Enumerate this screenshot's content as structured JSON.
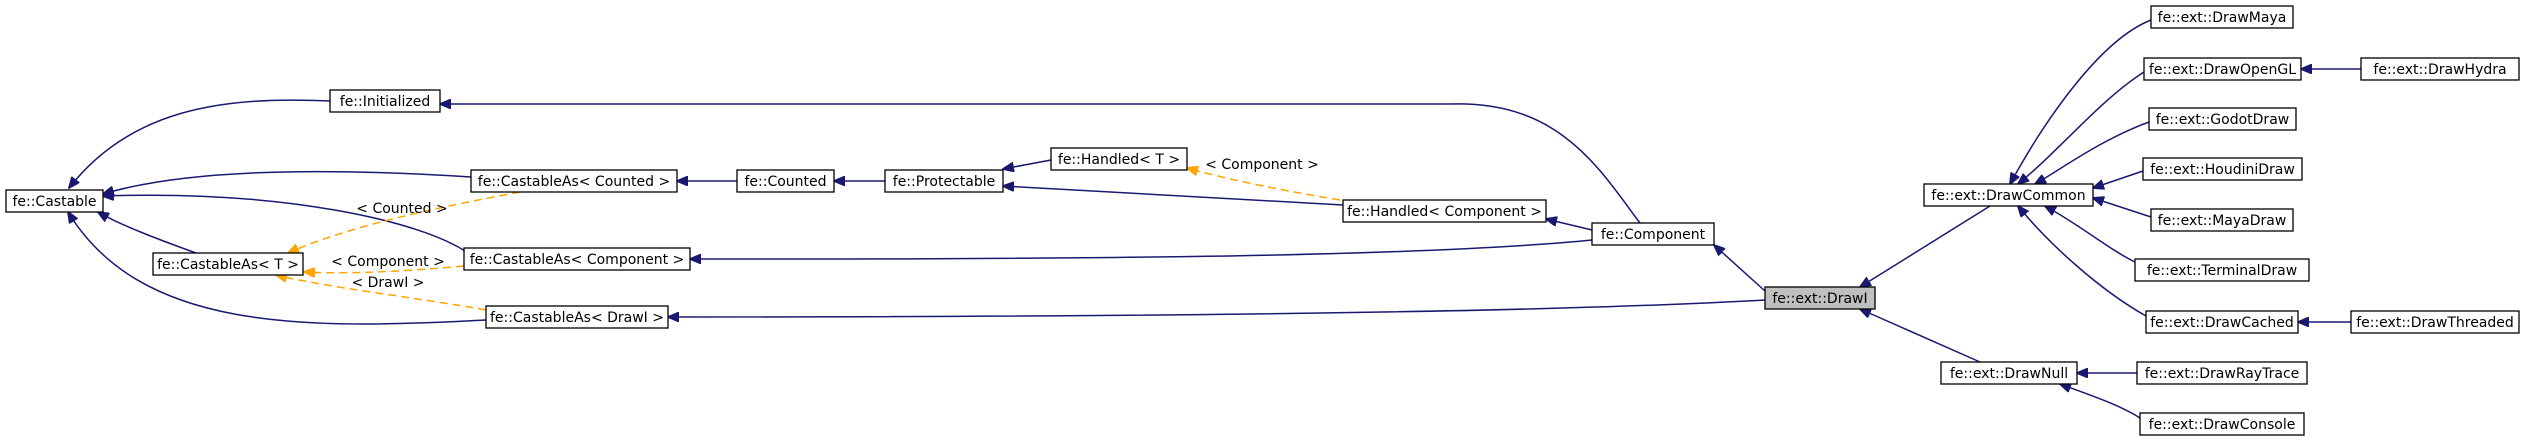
{
  "nodes": [
    {
      "id": "castable",
      "label": "fe::Castable"
    },
    {
      "id": "initialized",
      "label": "fe::Initialized"
    },
    {
      "id": "castableAsT",
      "label": "fe::CastableAs< T >"
    },
    {
      "id": "castableAsCounted",
      "label": "fe::CastableAs< Counted >"
    },
    {
      "id": "castableAsComponent",
      "label": "fe::CastableAs< Component >"
    },
    {
      "id": "castableAsDrawI",
      "label": "fe::CastableAs< DrawI >"
    },
    {
      "id": "counted",
      "label": "fe::Counted"
    },
    {
      "id": "protectable",
      "label": "fe::Protectable"
    },
    {
      "id": "handledT",
      "label": "fe::Handled< T >"
    },
    {
      "id": "handledComponent",
      "label": "fe::Handled< Component >"
    },
    {
      "id": "component",
      "label": "fe::Component"
    },
    {
      "id": "drawI",
      "label": "fe::ext::DrawI"
    },
    {
      "id": "drawCommon",
      "label": "fe::ext::DrawCommon"
    },
    {
      "id": "drawNull",
      "label": "fe::ext::DrawNull"
    },
    {
      "id": "drawMaya",
      "label": "fe::ext::DrawMaya"
    },
    {
      "id": "drawOpenGL",
      "label": "fe::ext::DrawOpenGL"
    },
    {
      "id": "drawHydra",
      "label": "fe::ext::DrawHydra"
    },
    {
      "id": "godotDraw",
      "label": "fe::ext::GodotDraw"
    },
    {
      "id": "houdiniDraw",
      "label": "fe::ext::HoudiniDraw"
    },
    {
      "id": "mayaDraw",
      "label": "fe::ext::MayaDraw"
    },
    {
      "id": "terminalDraw",
      "label": "fe::ext::TerminalDraw"
    },
    {
      "id": "drawCached",
      "label": "fe::ext::DrawCached"
    },
    {
      "id": "drawThreaded",
      "label": "fe::ext::DrawThreaded"
    },
    {
      "id": "drawRayTrace",
      "label": "fe::ext::DrawRayTrace"
    },
    {
      "id": "drawConsole",
      "label": "fe::ext::DrawConsole"
    }
  ],
  "focus_node": "drawI",
  "edges": [
    {
      "from": "initialized",
      "to": "castable",
      "kind": "inherit"
    },
    {
      "from": "castableAsT",
      "to": "castable",
      "kind": "inherit"
    },
    {
      "from": "castableAsCounted",
      "to": "castable",
      "kind": "inherit"
    },
    {
      "from": "castableAsComponent",
      "to": "castable",
      "kind": "inherit"
    },
    {
      "from": "castableAsDrawI",
      "to": "castable",
      "kind": "inherit"
    },
    {
      "from": "castableAsCounted",
      "to": "castableAsT",
      "kind": "template",
      "label": "< Counted >"
    },
    {
      "from": "castableAsComponent",
      "to": "castableAsT",
      "kind": "template",
      "label": "< Component >"
    },
    {
      "from": "castableAsDrawI",
      "to": "castableAsT",
      "kind": "template",
      "label": "< DrawI >"
    },
    {
      "from": "counted",
      "to": "castableAsCounted",
      "kind": "inherit"
    },
    {
      "from": "protectable",
      "to": "counted",
      "kind": "inherit"
    },
    {
      "from": "handledT",
      "to": "protectable",
      "kind": "inherit"
    },
    {
      "from": "handledComponent",
      "to": "protectable",
      "kind": "inherit"
    },
    {
      "from": "handledComponent",
      "to": "handledT",
      "kind": "template",
      "label": "< Component >"
    },
    {
      "from": "component",
      "to": "initialized",
      "kind": "inherit"
    },
    {
      "from": "component",
      "to": "handledComponent",
      "kind": "inherit"
    },
    {
      "from": "component",
      "to": "castableAsComponent",
      "kind": "inherit"
    },
    {
      "from": "drawI",
      "to": "component",
      "kind": "inherit"
    },
    {
      "from": "drawI",
      "to": "castableAsDrawI",
      "kind": "inherit"
    },
    {
      "from": "drawCommon",
      "to": "drawI",
      "kind": "inherit"
    },
    {
      "from": "drawNull",
      "to": "drawI",
      "kind": "inherit"
    },
    {
      "from": "drawMaya",
      "to": "drawCommon",
      "kind": "inherit"
    },
    {
      "from": "drawOpenGL",
      "to": "drawCommon",
      "kind": "inherit"
    },
    {
      "from": "godotDraw",
      "to": "drawCommon",
      "kind": "inherit"
    },
    {
      "from": "houdiniDraw",
      "to": "drawCommon",
      "kind": "inherit"
    },
    {
      "from": "mayaDraw",
      "to": "drawCommon",
      "kind": "inherit"
    },
    {
      "from": "terminalDraw",
      "to": "drawCommon",
      "kind": "inherit"
    },
    {
      "from": "drawCached",
      "to": "drawCommon",
      "kind": "inherit"
    },
    {
      "from": "drawHydra",
      "to": "drawOpenGL",
      "kind": "inherit"
    },
    {
      "from": "drawThreaded",
      "to": "drawCached",
      "kind": "inherit"
    },
    {
      "from": "drawRayTrace",
      "to": "drawNull",
      "kind": "inherit"
    },
    {
      "from": "drawConsole",
      "to": "drawNull",
      "kind": "inherit"
    }
  ],
  "colors": {
    "inherit": "#191970",
    "template": "#ffa500",
    "focus_fill": "#bfbfbf"
  }
}
